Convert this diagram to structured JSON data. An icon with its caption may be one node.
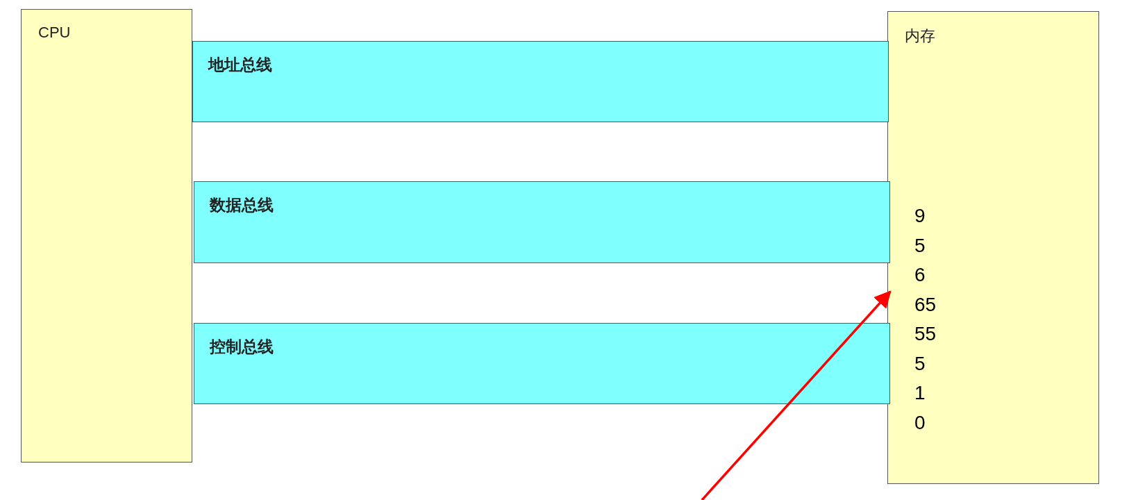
{
  "diagram": {
    "nodes": [
      {
        "text": [
          "CPU"
        ]
      },
      {
        "text": [
          "地址总线"
        ]
      },
      {
        "text": [
          "数据总线"
        ]
      },
      {
        "text": [
          "控制总线"
        ]
      },
      {
        "text": [
          "内存",
          "9",
          "5",
          "6",
          "65",
          "55",
          "5",
          "1",
          "0"
        ]
      }
    ],
    "edges": [
      {
        "from": null,
        "to": 4,
        "arrow": "to",
        "color": "#ff0000"
      }
    ]
  }
}
